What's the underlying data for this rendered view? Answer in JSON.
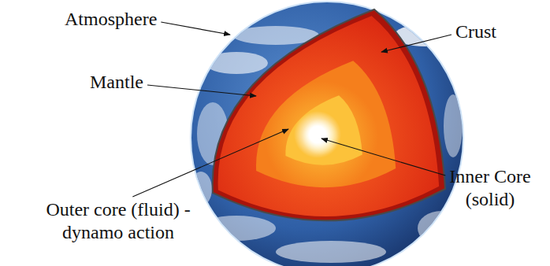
{
  "diagram": {
    "labels": [
      "Atmosphere",
      "Crust",
      "Mantle",
      "Inner Core (solid)",
      "Outer core (fluid) - dynamo action"
    ]
  }
}
